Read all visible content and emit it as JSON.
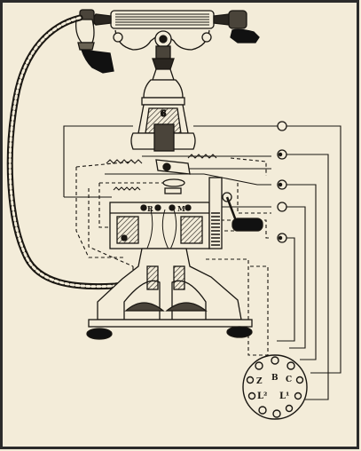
{
  "colors": {
    "paper": "#f3ecd9",
    "ink": "#1a1712",
    "frame": "#2b2b2b",
    "shade": "#5a544a"
  },
  "labels": {
    "R": "R",
    "M": "M",
    "Z": "Z",
    "B": "B",
    "C": "C",
    "L2": "L²",
    "L1": "L¹",
    "six": "6"
  }
}
